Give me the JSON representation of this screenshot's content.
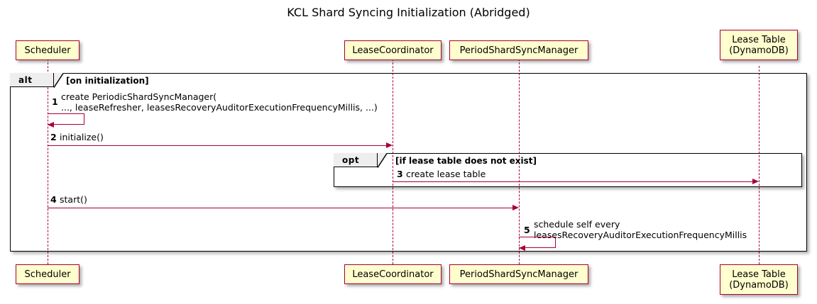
{
  "diagram": {
    "type": "sequence-diagram",
    "title": "KCL Shard Syncing Initialization (Abridged)",
    "colors": {
      "participant_fill": "#FEFECE",
      "participant_border": "#A80036",
      "arrow": "#A80036",
      "frame_border": "#000000",
      "frame_tab_fill": "#EEEEEE",
      "background": "#FFFFFF"
    }
  },
  "participants": [
    {
      "id": "scheduler",
      "label_line1": "Scheduler",
      "label_line2": ""
    },
    {
      "id": "lease-coordinator",
      "label_line1": "LeaseCoordinator",
      "label_line2": ""
    },
    {
      "id": "period-shard-sync-manager",
      "label_line1": "PeriodShardSyncManager",
      "label_line2": ""
    },
    {
      "id": "lease-table",
      "label_line1": "Lease Table",
      "label_line2": "(DynamoDB)"
    }
  ],
  "fragments": [
    {
      "id": "alt",
      "operator": "alt",
      "condition": "[on initialization]"
    },
    {
      "id": "opt",
      "operator": "opt",
      "condition": "[if lease table does not exist]"
    }
  ],
  "messages": [
    {
      "number": "1",
      "from": "scheduler",
      "to": "scheduler",
      "kind": "self",
      "text_line1": "create PeriodicShardSyncManager(",
      "text_line2": "..., leaseRefresher, leasesRecoveryAuditorExecutionFrequencyMillis, ...)"
    },
    {
      "number": "2",
      "from": "scheduler",
      "to": "lease-coordinator",
      "kind": "call",
      "text_line1": "initialize()",
      "text_line2": ""
    },
    {
      "number": "3",
      "from": "lease-coordinator",
      "to": "lease-table",
      "kind": "call",
      "text_line1": "create lease table",
      "text_line2": ""
    },
    {
      "number": "4",
      "from": "scheduler",
      "to": "period-shard-sync-manager",
      "kind": "call",
      "text_line1": "start()",
      "text_line2": ""
    },
    {
      "number": "5",
      "from": "period-shard-sync-manager",
      "to": "period-shard-sync-manager",
      "kind": "self",
      "text_line1": "schedule self every",
      "text_line2": "leasesRecoveryAuditorExecutionFrequencyMillis"
    }
  ]
}
